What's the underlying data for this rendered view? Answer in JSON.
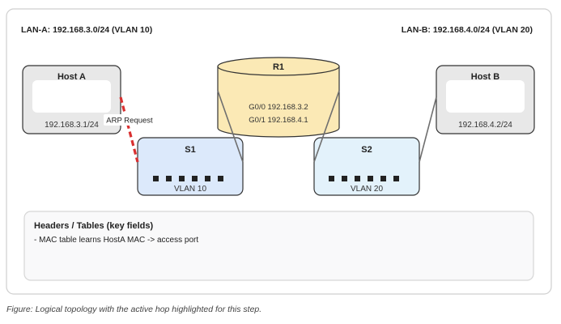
{
  "lan_a_label": "LAN-A: 192.168.3.0/24 (VLAN 10)",
  "lan_b_label": "LAN-B: 192.168.4.0/24 (VLAN 20)",
  "router": {
    "name": "R1",
    "iface_g00": "G0/0 192.168.3.2",
    "iface_g01": "G0/1 192.168.4.1"
  },
  "host_a": {
    "name": "Host A",
    "ip": "192.168.3.1/24"
  },
  "host_b": {
    "name": "Host B",
    "ip": "192.168.4.2/24"
  },
  "switch_1": {
    "name": "S1",
    "vlan": "VLAN 10"
  },
  "switch_2": {
    "name": "S2",
    "vlan": "VLAN 20"
  },
  "active_hop_label": "ARP Request",
  "headers_panel": {
    "title": "Headers / Tables (key fields)",
    "lines": [
      "- MAC table learns HostA MAC -> access port"
    ]
  },
  "caption": "Figure: Logical topology with the active hop highlighted for this step.",
  "colors": {
    "active_link": "#d93030",
    "link": "#6f6f6f",
    "router_fill": "#fbe9b5",
    "switch1_fill": "#dce9fb",
    "switch2_fill": "#e3f2fb",
    "host_fill": "#e8e8e8"
  }
}
